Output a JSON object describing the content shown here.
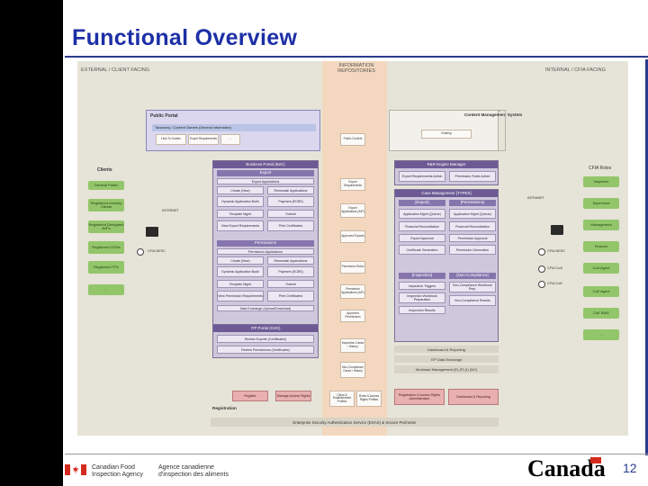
{
  "slide": {
    "title": "Functional Overview",
    "page_number": "12"
  },
  "diagram": {
    "zones": {
      "external": "EXTERNAL / CLIENT FACING",
      "info": "INFORMATION REPOSITORIES",
      "internal": "INTERNAL / CFIA FACING"
    },
    "clients": {
      "label": "Clients",
      "items": [
        "General Public",
        "Registered Industry Clients",
        "Registered Delegated AVPs",
        "Registered OGDs",
        "Registered TPs",
        "..."
      ]
    },
    "internet_label": "INTERNET",
    "cfia_nesc_left": "CFIA NESC",
    "public_portal": {
      "title": "Public Portal",
      "taxonomy": "Taxonomy / Content Owners (General Information)",
      "items": [
        "How To Guides",
        "Export Requirements",
        "..."
      ]
    },
    "business_portal": {
      "title": "Business Portal (B2C)",
      "export_hdr": "Export",
      "export_apps": "Export Applications",
      "export_cells": [
        "Create (New)",
        "Renewals/ Applications",
        "Dynamic Application Build",
        "Payment (ECBS)",
        "Template Mgmt",
        "Submit",
        "View Export Requirements",
        "Print Certificates"
      ],
      "permissions_hdr": "Permissions",
      "perm_apps": "Permission Applications",
      "perm_cells": [
        "Create (New)",
        "Renewals/ Applications",
        "Dynamic Application Build",
        "Payment (ECBS)",
        "Template Mgmt",
        "Submit",
        "View Permission Requirements",
        "Print Certificates"
      ],
      "data_exchange": "Data Exchange (Upload/Download)"
    },
    "itp_portal": {
      "title": "ITP Portal (G2G)",
      "items": [
        "Review Exports (Certificates)",
        "Review Permissions (Certificates)"
      ]
    },
    "registration": {
      "label": "Registration",
      "register": "Register",
      "manage": "Manage Access Rights"
    },
    "repositories": [
      "Public Content",
      "Export Requirements",
      "Export Applications (AIP)",
      "Approved Exports",
      "Permission Rules",
      "Permission Applications (AIP)",
      "Approved Permissions",
      "Inspection Cases / History",
      "Non-Compliance Cases / History",
      "Client & Establishment Profiles",
      "Roles & Access Rights Profiles"
    ],
    "case_mgmt_system": {
      "title": "Content Management System",
      "existing": "Existing"
    },
    "rr_engine": {
      "title": "R&R Engine Manager",
      "cells": [
        "Export Requirements Admin",
        "Permission Rules Admin"
      ]
    },
    "case_management": {
      "title": "Case Management [TYPES]",
      "export_hdr": "[Export]",
      "export_cells": [
        "Application Mgmt (Queue)",
        "Financial Reconciliation",
        "Export Approval",
        "Certificate Generation"
      ],
      "perm_hdr": "[Permissions]",
      "perm_cells": [
        "Application Mgmt (Queue)",
        "Financial Reconciliation",
        "Permission Approval",
        "Permission Generation"
      ],
      "inspection_hdr": "[Inspection]",
      "inspection_cells": [
        "Inspection Triggers",
        "Inspection Workbook Preparation",
        "Inspection Results"
      ],
      "noncomp_hdr": "[Non-Compliance]",
      "noncomp_cells": [
        "Non-Compliance Workbook Prep.",
        "Non-Compliance Results"
      ],
      "bottom_bands": [
        "Dashboard & Reporting",
        "ITP Data Exchange",
        "Workload Management (E) (P) (I) (NC)"
      ]
    },
    "internal_registration": [
      "Registration & Access Rights Administration",
      "Dashboard & Reporting"
    ],
    "intranet_label": "INTRANET",
    "cfia_roles": {
      "label": "CFIA Roles",
      "items": [
        "Inspector",
        "Supervisor",
        "Management",
        "Finance",
        "CoA Agent",
        "CoE Agent",
        "CoE BWE",
        "..."
      ]
    },
    "cfia_agents": [
      "CFIA NESC",
      "CFIA CoA",
      "CFIA CoE"
    ],
    "security_band": "Enterprise Security Authentication Service (ESAS) & Secure Perimeter"
  },
  "footer": {
    "agency_en": "Canadian Food Inspection Agency",
    "agency_fr": "Agence canadienne d'inspection des aliments",
    "wordmark": "Canada"
  },
  "colors": {
    "title": "#1d2fa6",
    "purple_header": "#6d5a95",
    "client_green": "#93c66a",
    "repo_orange": "#f3d7be"
  }
}
